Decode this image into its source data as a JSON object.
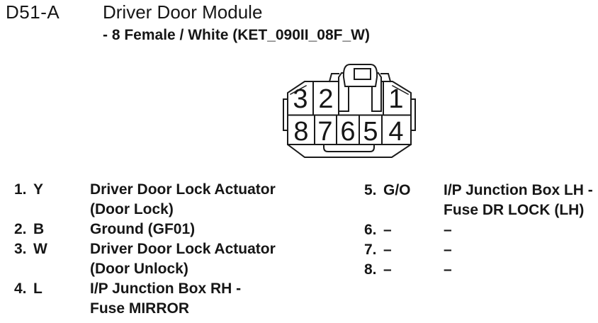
{
  "header": {
    "connector_id": "D51-A",
    "title": "Driver Door Module",
    "subtitle": "- 8 Female / White (KET_090II_08F_W)"
  },
  "connector": {
    "top_row_pins": [
      "3",
      "2",
      "1"
    ],
    "bottom_row_pins": [
      "8",
      "7",
      "6",
      "5",
      "4"
    ],
    "line_color": "#1a1a1a",
    "body_fill": "#ffffff"
  },
  "pins": {
    "left": [
      {
        "num": "1.",
        "color": "Y",
        "line1": "Driver Door Lock Actuator",
        "line2": "(Door Lock)"
      },
      {
        "num": "2.",
        "color": "B",
        "line1": "Ground (GF01)"
      },
      {
        "num": "3.",
        "color": "W",
        "line1": "Driver Door Lock Actuator",
        "line2": "(Door Unlock)"
      },
      {
        "num": "4.",
        "color": "L",
        "line1": "I/P Junction Box RH -",
        "line2": "Fuse MIRROR"
      }
    ],
    "right": [
      {
        "num": "5.",
        "color": "G/O",
        "line1": "I/P Junction Box LH -",
        "line2": "Fuse DR LOCK (LH)"
      },
      {
        "num": "6.",
        "color": "–",
        "line1": "–"
      },
      {
        "num": "7.",
        "color": "–",
        "line1": "–"
      },
      {
        "num": "8.",
        "color": "–",
        "line1": "–"
      }
    ]
  }
}
